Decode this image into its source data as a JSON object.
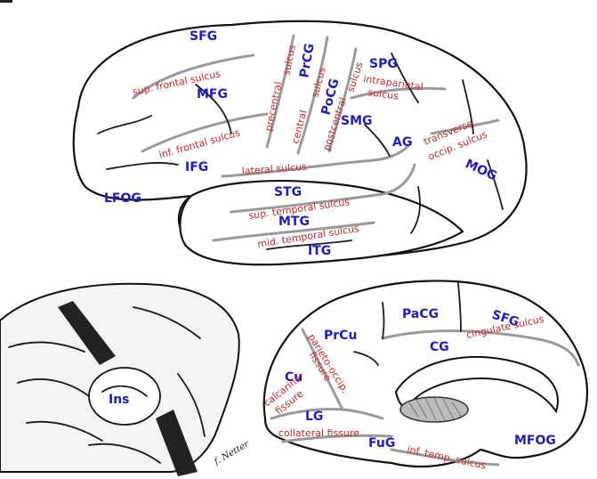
{
  "lateral_view": {
    "gyri": {
      "sfg": "SFG",
      "mfg": "MFG",
      "ifg": "IFG",
      "lfog": "LFOG",
      "prcg": "PrCG",
      "pocg": "PoCG",
      "spg": "SPG",
      "smg": "SMG",
      "ag": "AG",
      "mog": "MOG",
      "stg": "STG",
      "mtg": "MTG",
      "itg": "ITG"
    },
    "sulci": {
      "sup_frontal": "sup. frontal sulcus",
      "inf_frontal": "inf. frontal sulcus",
      "precentral_1": "precentral",
      "precentral_2": "sulcus",
      "central_1": "central",
      "central_2": "sulcus",
      "postcentral_1": "postcentral",
      "postcentral_2": "sulcus",
      "intraparietal_1": "intraparietal",
      "intraparietal_2": "sulcus",
      "transverse_1": "transverse",
      "transverse_2": "occip. sulcus",
      "lateral": "lateral sulcus",
      "sup_temporal": "sup. temporal sulcus",
      "mid_temporal": "mid. temporal sulcus"
    }
  },
  "insula_view": {
    "label": "Ins",
    "signature": "f. Netter"
  },
  "medial_view": {
    "gyri": {
      "pacg": "PaCG",
      "sfg": "SFG",
      "prcu": "PrCu",
      "cg": "CG",
      "cu": "Cu",
      "lg": "LG",
      "fug": "FuG",
      "mfog": "MFOG"
    },
    "sulci": {
      "cingulate": "cingulate sulcus",
      "parieto_occip_1": "parieto-occip.",
      "parieto_occip_2": "fissure",
      "calcarine_1": "calcarine",
      "calcarine_2": "fissure",
      "collateral": "collateral fissure",
      "inf_temp": "inf. temp. sulcus"
    }
  }
}
